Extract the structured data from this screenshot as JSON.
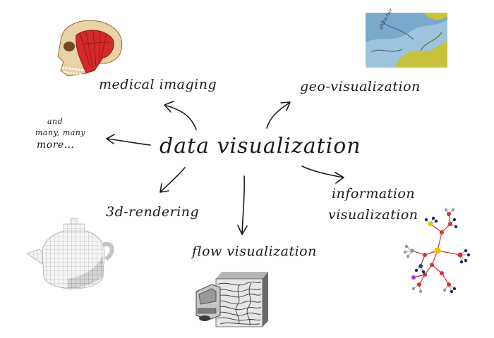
{
  "center": {
    "label": "data visualization"
  },
  "branches": {
    "medical": {
      "label": "medical imaging",
      "image": "skull-anatomy-icon"
    },
    "geo": {
      "label": "geo-visualization",
      "image": "glacier-map-icon"
    },
    "more": {
      "line1": "and",
      "line2": "many, many",
      "line3": "more..."
    },
    "rendering3d": {
      "label": "3d-rendering",
      "image": "voxel-teapot-icon"
    },
    "information": {
      "line1": "information",
      "line2": "visualization",
      "image": "network-graph-icon"
    },
    "flow": {
      "label": "flow visualization",
      "image": "flow-field-car-icon"
    }
  },
  "colors": {
    "ink": "#1a1a1a",
    "background": "#ffffff",
    "skull_muscle": "#d42a2a",
    "skull_bone": "#e8d2a6",
    "map_water": "#79aacc",
    "map_land": "#c8c23c",
    "graph_edge": "#d63030",
    "graph_hub": "#e8c800"
  }
}
